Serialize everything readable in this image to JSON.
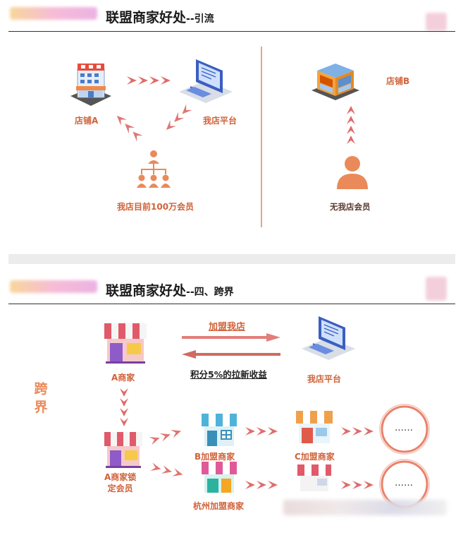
{
  "section1": {
    "title_main": "联盟商家好处",
    "title_sub": "--引流",
    "shop_a": "店铺A",
    "platform": "我店平台",
    "members": "我店目前100万会员",
    "shop_b": "店铺B",
    "no_member": "无我店会员"
  },
  "section2": {
    "title_main": "联盟商家好处",
    "title_sub": "--四、跨界",
    "side_label_1": "跨",
    "side_label_2": "界",
    "join_label": "加盟我店",
    "points_label": "积分5%的拉新收益",
    "merchant_a": "A商家",
    "platform": "我店平台",
    "merchant_a_locked_1": "A商家锁",
    "merchant_a_locked_2": "定会员",
    "merchant_b": "B加盟商家",
    "merchant_c": "C加盟商家",
    "merchant_hz": "杭州加盟商家",
    "dots": "……"
  },
  "colors": {
    "accent": "#d0623a",
    "arrow": "#c0392b",
    "circle": "#e07a5f"
  }
}
